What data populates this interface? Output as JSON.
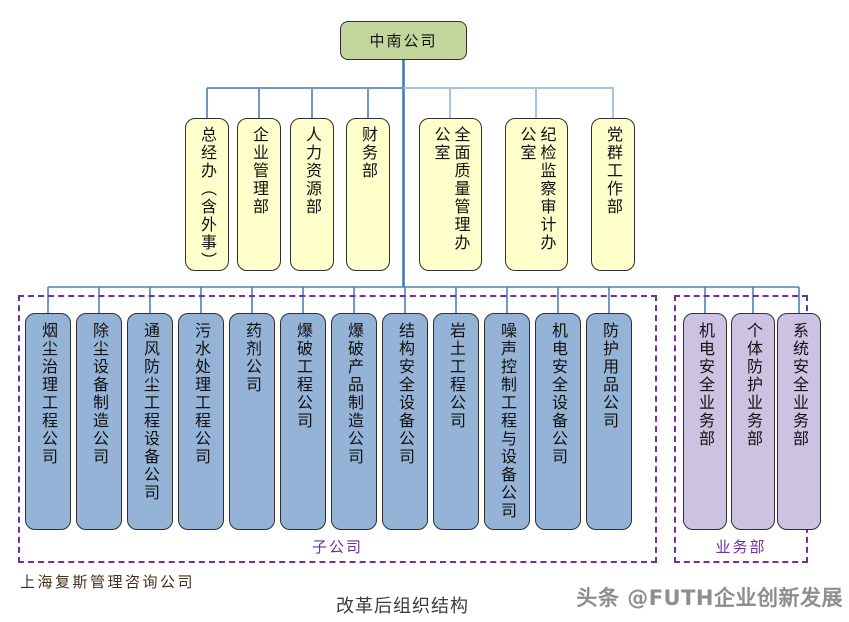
{
  "chart": {
    "root": {
      "label": "中南公司"
    },
    "departments": [
      {
        "label": "总经办（含外事）"
      },
      {
        "label": "企业管理部"
      },
      {
        "label": "人力资源部"
      },
      {
        "label": "财务部"
      },
      {
        "label": "全面质量管理办公室"
      },
      {
        "label": "纪检监察审计办公室"
      },
      {
        "label": "党群工作部"
      }
    ],
    "subsidiaries_group_label": "子公司",
    "subsidiaries": [
      {
        "label": "烟尘治理工程公司"
      },
      {
        "label": "除尘设备制造公司"
      },
      {
        "label": "通风防尘工程设备公司"
      },
      {
        "label": "污水处理工程公司"
      },
      {
        "label": "药剂公司"
      },
      {
        "label": "爆破工程公司"
      },
      {
        "label": "爆破产品制造公司"
      },
      {
        "label": "结构安全设备公司"
      },
      {
        "label": "岩土工程公司"
      },
      {
        "label": "噪声控制工程与设备公司"
      },
      {
        "label": "机电安全设备公司"
      },
      {
        "label": "防护用品公司"
      }
    ],
    "business_units_group_label": "业务部",
    "business_units": [
      {
        "label": "机电安全业务部"
      },
      {
        "label": "个体防护业务部"
      },
      {
        "label": "系统安全业务部"
      }
    ],
    "colors": {
      "root_fill": "#c3d69b",
      "department_fill": "#ffffcc",
      "subsidiary_fill": "#95b3d7",
      "business_unit_fill": "#ccc3e3",
      "group_border": "#7030a0",
      "connector": "#4f81bd"
    }
  },
  "footer": {
    "brand": "上海复斯管理咨询公司",
    "caption": "改革后组织结构",
    "watermark": "头条 @FUTH企业创新发展"
  }
}
